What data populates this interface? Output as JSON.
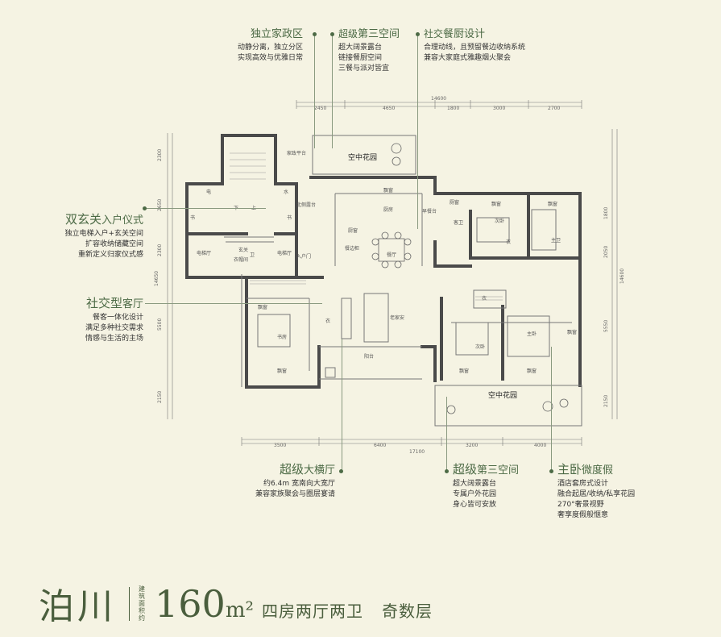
{
  "annotations": {
    "housekeeping": {
      "title": "独立家政区",
      "lines": [
        "动静分离，独立分区",
        "实现高效与优雅日常"
      ]
    },
    "third_space_top": {
      "title_prefix": "超级",
      "title_main": "第三空间",
      "lines": [
        "超大阔景露台",
        "链接餐厨空间",
        "三餐与派对皆宜"
      ]
    },
    "dining": {
      "title_prefix": "社交",
      "title_main": "餐厨设计",
      "lines": [
        "合理动线，且预留餐边收纳系统",
        "兼容大家庭式雅趣烟火聚会"
      ]
    },
    "entrance": {
      "title_prefix": "双玄关",
      "title_main": "入户仪式",
      "lines": [
        "独立电梯入户+玄关空间",
        "扩容收纳储藏空间",
        "重新定义归家仪式感"
      ]
    },
    "living": {
      "title_prefix": "社交型",
      "title_main": "客厅",
      "lines": [
        "餐客一体化设计",
        "满足多种社交需求",
        "情感与生活的主场"
      ]
    },
    "big_hall": {
      "title_prefix": "超级",
      "title_main": "大横厅",
      "lines": [
        "约6.4m 宽南向大宽厅",
        "兼容家族聚会与圈层宴请"
      ]
    },
    "third_space_bottom": {
      "title_prefix": "超级",
      "title_main": "第三空间",
      "lines": [
        "超大阔景露台",
        "专属户外花园",
        "身心皆可安放"
      ]
    },
    "master": {
      "title_prefix": "主卧",
      "title_main": "微度假",
      "lines": [
        "酒店套房式设计",
        "融合起居/收纳/私享花园",
        "270°奢景视野",
        "奢享度假般惬意"
      ]
    }
  },
  "plan": {
    "top_dims": [
      "2450",
      "4650",
      "1800",
      "3000",
      "2700"
    ],
    "top_total": "14600",
    "bottom_dims": [
      "3500",
      "6400",
      "3200",
      "4000"
    ],
    "bottom_total": "17100",
    "left_dims": [
      "2300",
      "2650",
      "2300",
      "5500",
      "2150"
    ],
    "left_total": "14650",
    "right_dims": [
      "1800",
      "2050",
      "5550",
      "2150"
    ],
    "right_total": "14600",
    "room_labels": [
      "空中花园",
      "空中花园",
      "餐厅",
      "厨房",
      "老家安",
      "书房",
      "主卧",
      "次卧",
      "次卧",
      "主卫",
      "客卫",
      "电梯厅",
      "电梯厅",
      "玄关",
      "阳台",
      "厕窗",
      "飘窗",
      "飘窗",
      "飘窗",
      "飘窗",
      "飘窗",
      "飘窗",
      "飘窗",
      "厨窗",
      "北侧露台",
      "家政平台",
      "入户门",
      "衣",
      "衣",
      "衣",
      "水",
      "电",
      "下",
      "上",
      "书",
      "书",
      "卫",
      "衣帽间",
      "早餐台",
      "餐边柜"
    ]
  },
  "brand": {
    "name": "泊川",
    "area_label": "建筑面积约",
    "area_value": "160",
    "area_unit": "m²",
    "layout": "四房两厅两卫",
    "floor_type": "奇数层"
  }
}
